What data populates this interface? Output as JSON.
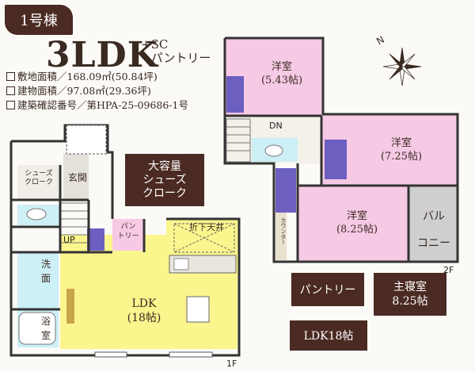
{
  "header": {
    "building_badge": "1号棟",
    "layout_type": "3LDK",
    "layout_extra_1": "+SC",
    "layout_extra_2": "+パントリー"
  },
  "specs": [
    "敷地面積／168.09㎡(50.84坪)",
    "建物面積／97.08㎡(29.36坪)",
    "建築確認番号／第HPA-25-09686-1号"
  ],
  "feature_tags": {
    "large_closet": "大容量\nシューズ\nクローク",
    "pantry": "パントリー",
    "master_bedroom": "主寝室\n8.25帖",
    "ldk": "LDK18帖"
  },
  "floor1": {
    "shoes_closet": "シューズ\nクローク",
    "entrance": "玄関",
    "pantry": "パン\nトリー",
    "ceiling": "折下天井",
    "ldk": "LDK\n(18帖)",
    "washroom": "洗\n面",
    "bathroom": "浴\n室",
    "up": "UP",
    "floor_label": "1F"
  },
  "floor2": {
    "room1": "洋室\n(5.43帖)",
    "room2": "洋室\n(7.25帖)",
    "room3": "洋室\n(8.25帖)",
    "balcony": "バル\nコニー",
    "counter": "カウンター",
    "dn": "DN",
    "floor_label": "2F"
  },
  "compass": {
    "north_letter": "N"
  },
  "colors": {
    "brown": "#4a2a22",
    "pink_room": "#f6c9e4",
    "yellow_ldk": "#fbf58e",
    "cyan_wet": "#cdeff6",
    "purple_closet": "#6c5fc0",
    "gray_balcony": "#cfcfcf"
  }
}
